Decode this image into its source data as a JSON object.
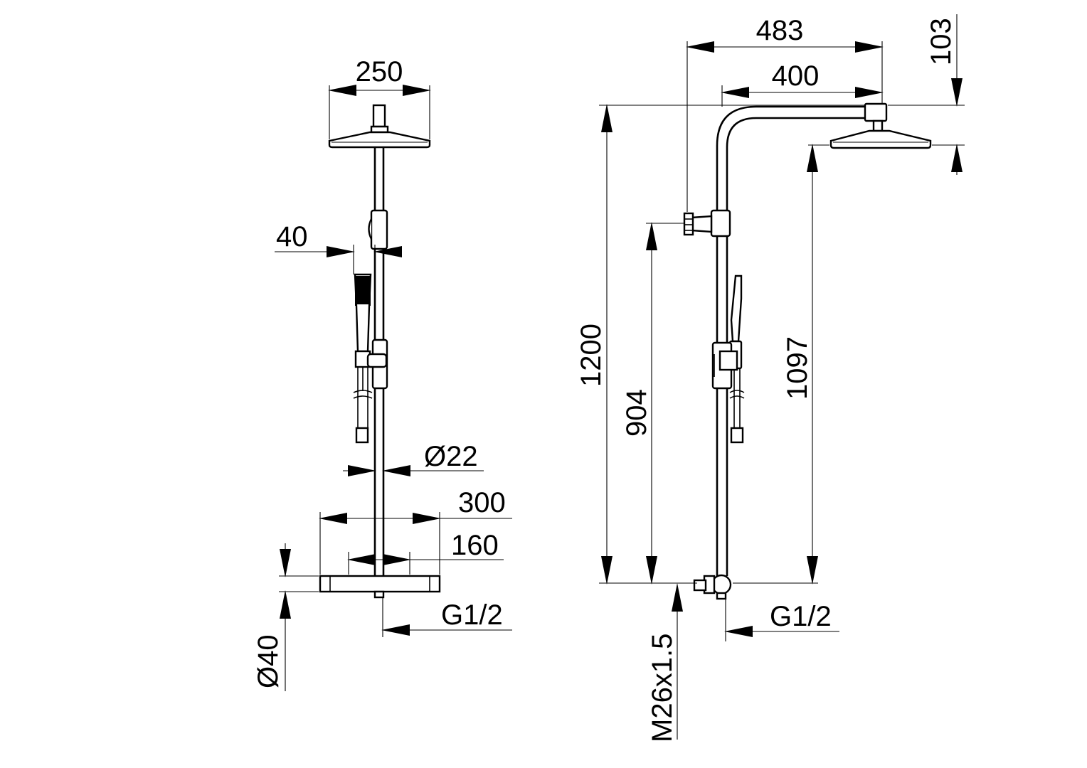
{
  "drawing": {
    "front_view": {
      "head_width": "250",
      "handshower_offset": "40",
      "pipe_diameter": "Ø22",
      "base_width": "300",
      "inlet_spacing": "160",
      "connection": "G1/2",
      "base_diameter": "Ø40"
    },
    "side_view": {
      "arm_reach": "483",
      "arm_length": "400",
      "head_height": "103",
      "overall_height": "1200",
      "bracket_height": "904",
      "head_bottom_height": "1097",
      "wall_thread": "M26x1.5",
      "connection": "G1/2"
    }
  }
}
